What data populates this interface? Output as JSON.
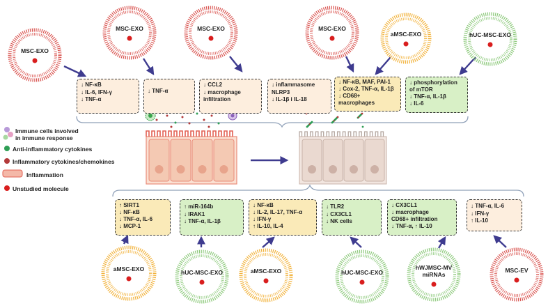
{
  "colors": {
    "beige_fill": "#fdeede",
    "green_fill": "#d8f0c6",
    "yellow_fill": "#faeab8",
    "red_vesicle": "#d9534f",
    "orange_vesicle": "#f2b23a",
    "green_vesicle": "#8cc97a",
    "arrow": "#3e3b8f",
    "tissue_inflamed": "#f4c9b3",
    "tissue_healthy": "#ead9d0"
  },
  "top_vesicles": [
    {
      "label": "MSC-EXO",
      "kind": "red"
    },
    {
      "label": "MSC-EXO",
      "kind": "red"
    },
    {
      "label": "MSC-EXO",
      "kind": "red"
    },
    {
      "label": "MSC-EXO",
      "kind": "red"
    },
    {
      "label": "aMSC-EXO",
      "kind": "orange"
    },
    {
      "label": "hUC-MSC-EXO",
      "kind": "green"
    }
  ],
  "top_boxes": [
    {
      "fill": "beige",
      "lines": [
        "↓ NF-κB",
        "↓ IL-6, IFN-γ",
        "↓ TNF-α"
      ]
    },
    {
      "fill": "beige",
      "lines": [
        "↓ TNF-α"
      ]
    },
    {
      "fill": "beige",
      "lines": [
        "↓ CCL2",
        "↓ macrophage",
        "infiltration"
      ]
    },
    {
      "fill": "beige",
      "lines": [
        "↓ inflammasome",
        "NLRP3",
        "↓ IL-1β i IL-18"
      ]
    },
    {
      "fill": "yellow",
      "lines": [
        "↓ NF-κB, MAF, PAI-1",
        "↓ Cox-2, TNF-α, IL-1β",
        "↓ CD68+",
        "macrophages"
      ]
    },
    {
      "fill": "green",
      "lines": [
        "↓ phosphorylation",
        "of mTOR",
        "↓ TNF-α, IL-1β",
        "↓ IL-6"
      ]
    }
  ],
  "bottom_boxes": [
    {
      "fill": "yellow",
      "lines": [
        "↑ SIRT1",
        "↓ NF-κB",
        "↓ TNF-α, IL-6",
        "↓ MCP-1"
      ]
    },
    {
      "fill": "green",
      "lines": [
        "↑ miR-164b",
        "↓ IRAK1",
        "↓ TNF-α, IL-1β"
      ]
    },
    {
      "fill": "yellow",
      "lines": [
        "↓ NF-κB",
        "↓ IL-2, IL-17, TNF-α",
        "↓ IFN-γ",
        "↑ IL-10, IL-4"
      ]
    },
    {
      "fill": "green",
      "lines": [
        "↓ TLR2",
        "↓ CX3CL1",
        "↓ NK cells"
      ]
    },
    {
      "fill": "green",
      "lines": [
        "↓ CX3CL1",
        "↓ macrophage",
        "CD68+ infiltration",
        "↓ TNF-α, ↑ IL-10"
      ]
    },
    {
      "fill": "beige",
      "lines": [
        "↓ TNF-α, IL-6",
        "↓ IFN-γ",
        "↑ IL-10"
      ]
    }
  ],
  "bottom_vesicles": [
    {
      "label": "aMSC-EXO",
      "kind": "orange"
    },
    {
      "label": "hUC-MSC-EXO",
      "kind": "green"
    },
    {
      "label": "aMSC-EXO",
      "kind": "orange"
    },
    {
      "label": "hUC-MSC-EXO",
      "kind": "green"
    },
    {
      "label": "hWJMSC-MV",
      "label2": "miRNAs",
      "kind": "green"
    },
    {
      "label": "MSC-EV",
      "kind": "red"
    }
  ],
  "legend": {
    "immune_line1": "Immune cells involved",
    "immune_line2": "in immune response",
    "anti": "Anti-inflammatory cytokines",
    "inflammatory": "Inflammatory cytokines/chemokines",
    "inflammation": "Inflammation",
    "unstudied": "Unstudied molecule"
  }
}
